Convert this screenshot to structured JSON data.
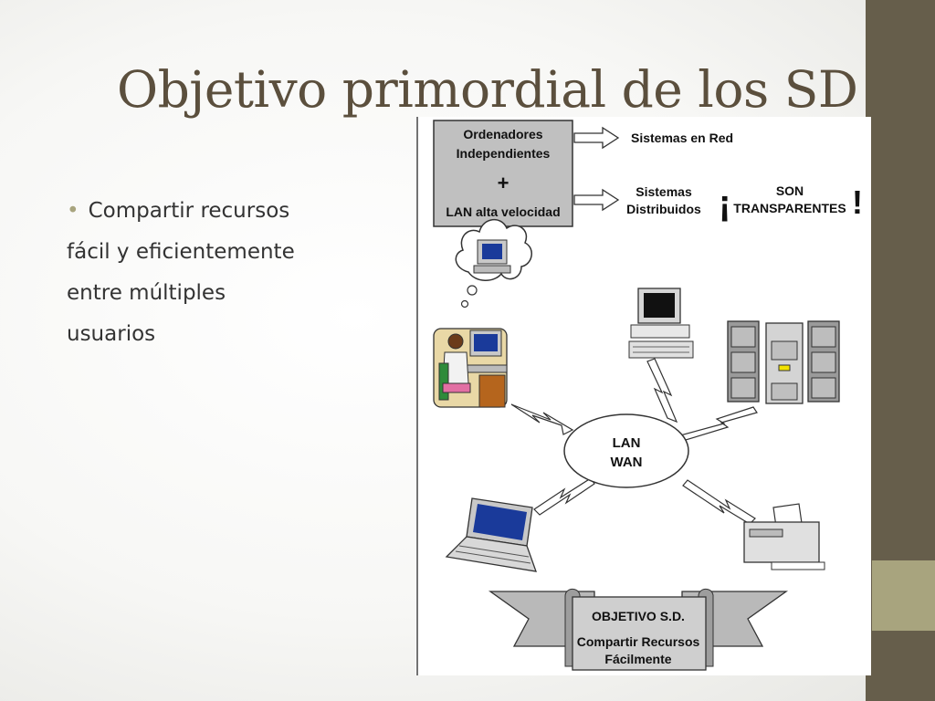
{
  "slide": {
    "title": "Objetivo primordial de los SD",
    "bullet_lines": [
      "Compartir recursos",
      "fácil y eficientemente",
      "entre múltiples",
      "usuarios"
    ]
  },
  "diagram": {
    "box_line1": "Ordenadores",
    "box_line2": "Independientes",
    "box_plus": "+",
    "box_line3": "LAN alta velocidad",
    "arrow_top_label": "Sistemas en Red",
    "arrow_bottom_line1": "Sistemas",
    "arrow_bottom_line2": "Distribuidos",
    "exclaim_open": "¡",
    "exclaim_close": "!",
    "son": "SON",
    "transparentes": "TRANSPARENTES",
    "lan": "LAN",
    "wan": "WAN",
    "banner_line1": "OBJETIVO S.D.",
    "banner_line2": "Compartir Recursos",
    "banner_line3": "Fácilmente"
  },
  "colors": {
    "title": "#5b4f3d",
    "sidebar": "#665e4b",
    "accent": "#a8a47e",
    "box_fill": "#c0c0c0",
    "screen_blue": "#1a3a9a"
  }
}
